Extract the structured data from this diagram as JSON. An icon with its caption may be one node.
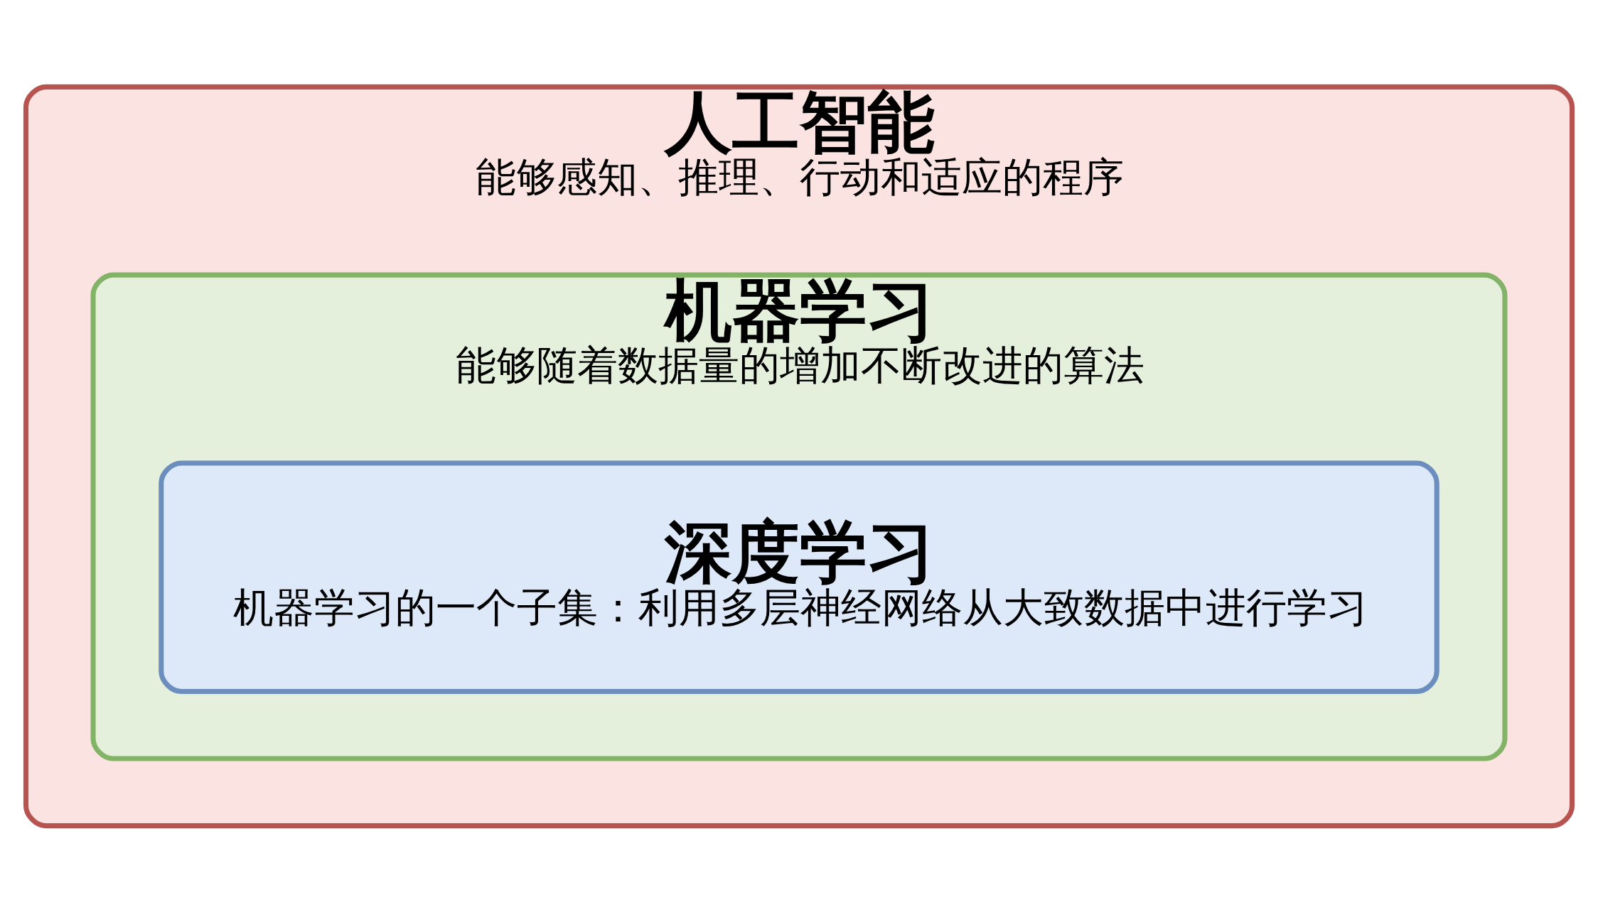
{
  "diagram": {
    "nodes": [
      {
        "text": [
          "人工智能",
          "能够感知、推理、行动和适应的程序"
        ]
      },
      {
        "text": [
          "机器学习",
          "能够随着数据量的增加不断改进的算法"
        ],
        "in": 0
      },
      {
        "text": [
          "深度学习",
          "机器学习的一个子集：利用多层神经网络从大致数据中进行学习"
        ],
        "in": 1
      }
    ]
  }
}
